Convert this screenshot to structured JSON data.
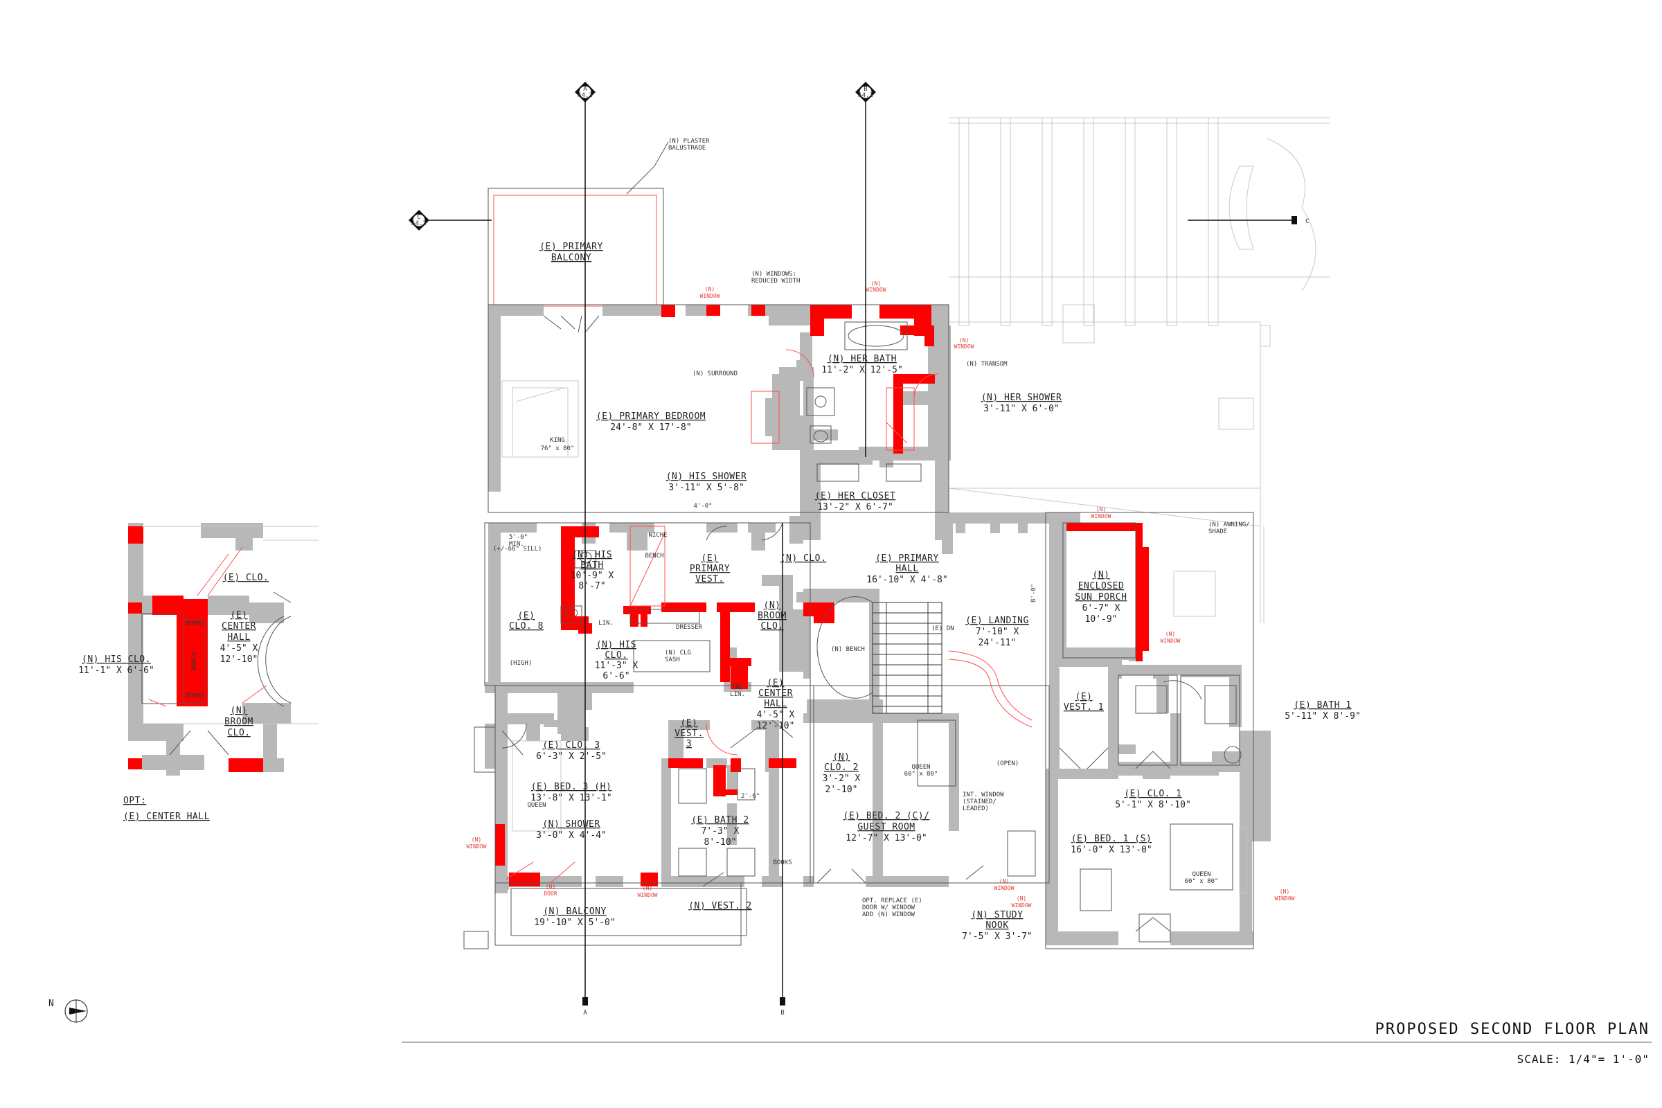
{
  "sheet": {
    "title": "PROPOSED SECOND FLOOR PLAN",
    "scale": "SCALE: 1/4\"= 1'-0\""
  },
  "north": {
    "label": "N"
  },
  "section_marks": [
    {
      "id": "A",
      "ref": "A4.1"
    },
    {
      "id": "B",
      "ref": "A4.1"
    },
    {
      "id": "C",
      "ref": "A4.2"
    }
  ],
  "bottom_marks": [
    "A",
    "B"
  ],
  "right_mark": "C",
  "rooms": {
    "primary_balcony": [
      "(E) PRIMARY",
      "BALCONY"
    ],
    "primary_bedroom": [
      "(E) PRIMARY BEDROOM",
      "24'-8\" X 17'-8\""
    ],
    "king": [
      "KING",
      "76\" x 80\""
    ],
    "her_bath": [
      "(N) HER BATH",
      "11'-2\" X 12'-5\""
    ],
    "her_shower": [
      "(N) HER SHOWER",
      "3'-11\" X 6'-0\""
    ],
    "her_closet": [
      "(E) HER CLOSET",
      "13'-2\" X 6'-7\""
    ],
    "his_shower": [
      "(N) HIS SHOWER",
      "3'-11\" X 5'-8\""
    ],
    "his_bath": [
      "(N) HIS",
      "BATH",
      "10'-9\" X",
      "8'-7\""
    ],
    "clo_right": [
      "(N) CLO."
    ],
    "primary_vest": [
      "(E)",
      "PRIMARY",
      "VEST."
    ],
    "primary_hall": [
      "(E) PRIMARY",
      "HALL",
      "16'-10\" X 4'-8\""
    ],
    "clo_8": [
      "(E)",
      "CLO. 8"
    ],
    "his_clo": [
      "(N) HIS",
      "CLO.",
      "11'-3\" X",
      "6'-6\""
    ],
    "broom_clo": [
      "(N)",
      "BROOM",
      "CLO."
    ],
    "landing": [
      "(E) LANDING",
      "7'-10\" X",
      "24'-11\""
    ],
    "enclosed_sun_porch": [
      "(N)",
      "ENCLOSED",
      "SUN PORCH",
      "6'-7\" X",
      "10'-9\""
    ],
    "center_hall": [
      "(E)",
      "CENTER",
      "HALL",
      "4'-5\" X",
      "12'-10\""
    ],
    "vest_3": [
      "(E)",
      "VEST.",
      "3"
    ],
    "vest_1": [
      "(E)",
      "VEST. 1"
    ],
    "bath_1": [
      "(E) BATH 1",
      "5'-11\" X 8'-9\""
    ],
    "clo_3": [
      "(E) CLO. 3",
      "6'-3\" X 2'-5\""
    ],
    "bed_3": [
      "(E) BED. 3 (H)",
      "13'-8\" X 13'-1\""
    ],
    "shower": [
      "(N) SHOWER",
      "3'-0\" X 4'-4\""
    ],
    "bath_2": [
      "(E) BATH 2",
      "7'-3\" X",
      "8'-10\""
    ],
    "clo_2": [
      "(N)",
      "CLO. 2",
      "3'-2\" X",
      "2'-10\""
    ],
    "bed_2": [
      "(E) BED. 2 (C)/",
      "GUEST ROOM",
      "12'-7\" X 13'-0\""
    ],
    "clo_1": [
      "(E) CLO. 1",
      "5'-1\" X 8'-10\""
    ],
    "bed_1": [
      "(E) BED. 1 (S)",
      "16'-0\" X 13'-0\""
    ],
    "balcony": [
      "(N) BALCONY",
      "19'-10\" X 5'-0\""
    ],
    "vest_2": [
      "(N) VEST. 2"
    ],
    "study_nook": [
      "(N) STUDY",
      "NOOK",
      "7'-5\" X 3'-7\""
    ],
    "open": [
      "(OPEN)"
    ],
    "queen": [
      "QUEEN",
      "60\" x 80\""
    ],
    "lin": [
      "LIN."
    ],
    "lin_n": [
      "(N)",
      "LIN."
    ],
    "bench": [
      "BENCH"
    ],
    "niche": [
      "NICHE"
    ],
    "dresser": [
      "DRESSER"
    ],
    "high": [
      "(HIGH)"
    ],
    "books": [
      "BOOKS"
    ]
  },
  "notes": {
    "plaster_balustrade": [
      "(N) PLASTER",
      "BALUSTRADE"
    ],
    "windows_reduced": [
      "(N) WINDOWS:",
      "REDUCED WIDTH"
    ],
    "surround": [
      "(N) SURROUND"
    ],
    "transom": [
      "(N) TRANSOM"
    ],
    "awning": [
      "(N) AWNING/",
      "SHADE"
    ],
    "clg_sash": [
      "(N) CLG",
      "SASH"
    ],
    "sill": [
      "(+/-66\" SILL)"
    ],
    "min": [
      "5'-0\"",
      "MIN."
    ],
    "dn": [
      "(E) DN"
    ],
    "n_bench": [
      "(N) BENCH"
    ],
    "int_window": [
      "INT. WINDOW",
      "(STAINED/",
      "LEADED)"
    ],
    "opt_replace": [
      "OPT. REPLACE (E)",
      "DOOR W/ WINDOW",
      "ADD (N) WINDOW"
    ],
    "dim_4_0": [
      "4'-0\""
    ],
    "dim_8_0": [
      "8'-0\""
    ],
    "dim_2_6": [
      "2'-6\""
    ]
  },
  "red_tags": {
    "window": [
      "(N)",
      "WINDOW"
    ],
    "door": [
      "(N)",
      "DOOR"
    ]
  },
  "inset": {
    "clo": [
      "(E) CLO."
    ],
    "center_hall": [
      "(E)",
      "CENTER",
      "HALL",
      "4'-5\" X",
      "12'-10\""
    ],
    "his_clo": [
      "(N) HIS CLO.",
      "11'-1\" X 6'-6\""
    ],
    "broom_clo": [
      "(N)",
      "BROOM",
      "CLO."
    ],
    "bench": [
      "BENCH"
    ],
    "books": [
      "BOOKS"
    ],
    "caption": [
      "OPT:",
      "(E) CENTER HALL"
    ]
  },
  "colors": {
    "new_wall": "#ff0000",
    "existing_wall": "#b8b8b8",
    "linework": "#555555"
  }
}
